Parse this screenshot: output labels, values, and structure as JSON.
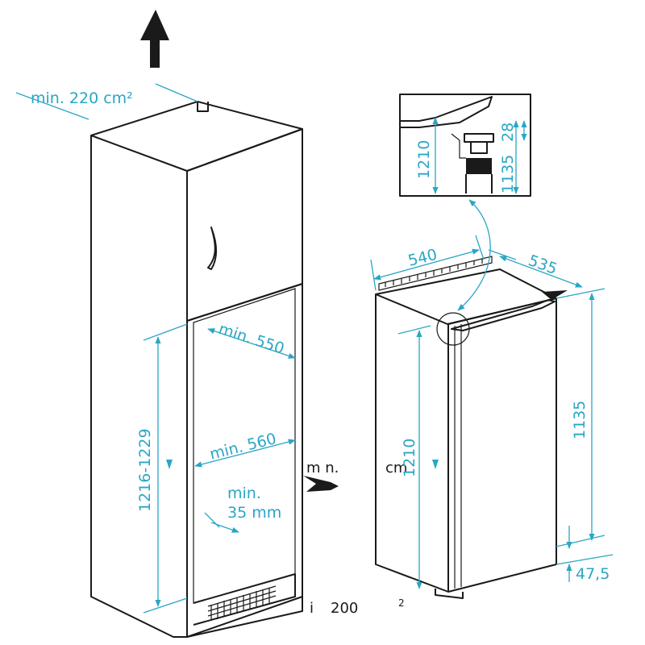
{
  "colors": {
    "ink": "#1a1a1a",
    "dimension": "#2aa6c4",
    "background": "#ffffff"
  },
  "labels": {
    "vent_top": "min. 220 cm²",
    "depth_top": "min. 550",
    "width_inner": "min. 560",
    "gap_bottom_1": "min.",
    "gap_bottom_2": "35 mm",
    "niche_height": "1216-1229",
    "vent_side_a": "m n.",
    "vent_side_b": "cm",
    "vent_bottom_a": "i",
    "vent_bottom_b": "200",
    "vent_bottom_c": "2",
    "fridge_width": "540",
    "fridge_depth": "535",
    "fridge_height_front": "1210",
    "fridge_height_side": "1135",
    "fridge_base": "47,5",
    "detail_1210": "1210",
    "detail_1135": "1135",
    "detail_28": "28"
  },
  "icons": {
    "airflow_up": "arrow-up-icon",
    "airflow_in": "arrow-right-icon"
  }
}
